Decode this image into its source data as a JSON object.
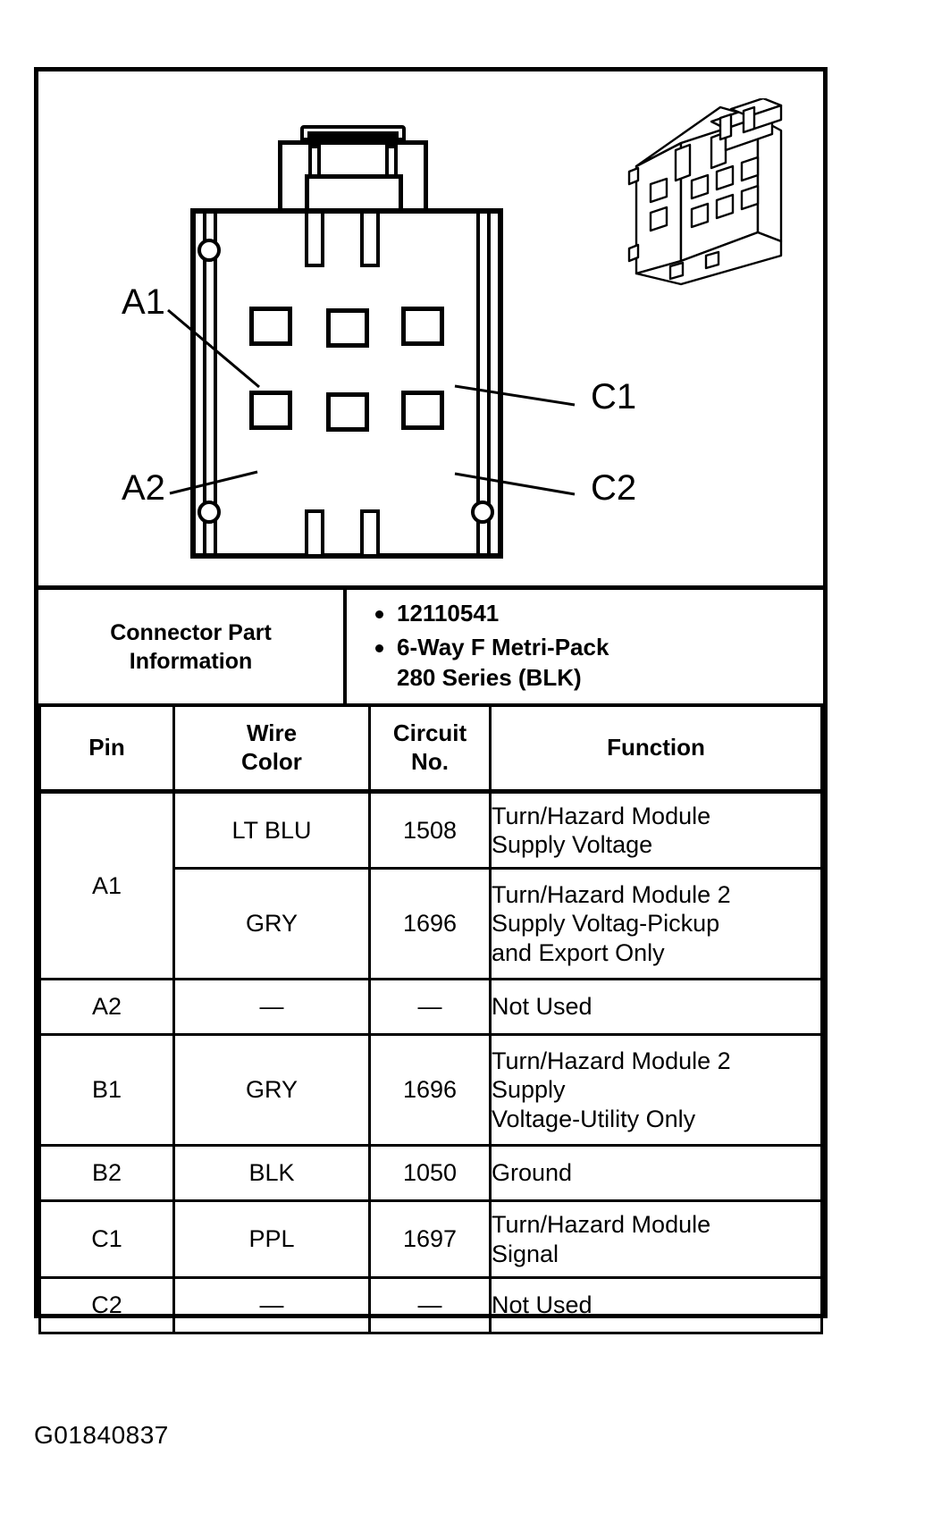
{
  "figure": {
    "id_label": "G01840837",
    "callouts": [
      {
        "name": "A1",
        "label": "A1"
      },
      {
        "name": "A2",
        "label": "A2"
      },
      {
        "name": "C1",
        "label": "C1"
      },
      {
        "name": "C2",
        "label": "C2"
      }
    ],
    "views": {
      "face_view_name": "connector-end-view",
      "iso_view_name": "connector-isometric-view"
    }
  },
  "connector_part_information": {
    "title_line1": "Connector Part",
    "title_line2": "Information",
    "bullets": [
      "12110541",
      "6-Way F Metri-Pack 280 Series (BLK)"
    ],
    "bullet_lines": [
      [
        "12110541"
      ],
      [
        "6-Way F Metri-Pack",
        "280 Series (BLK)"
      ]
    ]
  },
  "pin_table": {
    "headers": {
      "pin": "Pin",
      "wire_color_line1": "Wire",
      "wire_color_line2": "Color",
      "circuit_no_line1": "Circuit",
      "circuit_no_line2": "No.",
      "function": "Function"
    },
    "rows": [
      {
        "pin": "A1",
        "pin_rowspan": 2,
        "wire_color": "LT BLU",
        "circuit_no": "1508",
        "function_lines": [
          "Turn/Hazard Module",
          "Supply Voltage"
        ]
      },
      {
        "pin": "",
        "wire_color": "GRY",
        "circuit_no": "1696",
        "function_lines": [
          "Turn/Hazard Module 2",
          "Supply Voltag-Pickup",
          "and Export Only"
        ]
      },
      {
        "pin": "A2",
        "wire_color": "—",
        "circuit_no": "—",
        "function_lines": [
          "Not Used"
        ]
      },
      {
        "pin": "B1",
        "wire_color": "GRY",
        "circuit_no": "1696",
        "function_lines": [
          "Turn/Hazard Module 2",
          "Supply",
          "Voltage-Utility Only"
        ]
      },
      {
        "pin": "B2",
        "wire_color": "BLK",
        "circuit_no": "1050",
        "function_lines": [
          "Ground"
        ]
      },
      {
        "pin": "C1",
        "wire_color": "PPL",
        "circuit_no": "1697",
        "function_lines": [
          "Turn/Hazard Module",
          "Signal"
        ]
      },
      {
        "pin": "C2",
        "wire_color": "—",
        "circuit_no": "—",
        "function_lines": [
          "Not Used"
        ]
      }
    ]
  },
  "colors": {
    "ink": "#000000",
    "paper": "#ffffff"
  }
}
